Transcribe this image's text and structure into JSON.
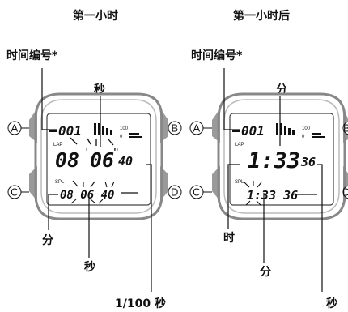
{
  "left": {
    "title": "第一小时",
    "label_number": "时间编号*",
    "label_top": "秒",
    "label_bottom_left": "分",
    "label_bottom_mid": "秒",
    "label_bottom_right": "1/100 秒",
    "display": {
      "record_no": "001",
      "lap": "LAP",
      "spl": "SPL",
      "graph_100": "100",
      "graph_0": "0",
      "main_min": "08",
      "main_sec": "06",
      "main_hund": "40",
      "sub": "08 06 40"
    }
  },
  "right": {
    "title": "第一小时后",
    "label_number": "时间编号*",
    "label_top": "分",
    "label_bottom_left": "时",
    "label_bottom_mid": "分",
    "label_bottom_right": "秒",
    "display": {
      "record_no": "001",
      "lap": "LAP",
      "spl": "SPL",
      "graph_100": "100",
      "graph_0": "0",
      "main_hm": "1:33",
      "main_sec": "36",
      "sub": "1:33 36"
    }
  },
  "buttons": {
    "a": "A",
    "b": "B",
    "c": "C",
    "d": "D"
  }
}
